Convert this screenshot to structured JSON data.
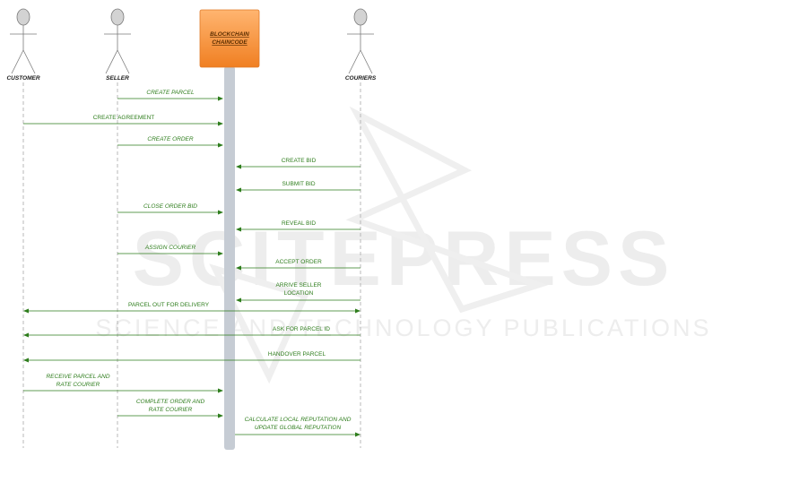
{
  "watermark": {
    "title": "SCITEPRESS",
    "subtitle": "SCIENCE AND TECHNOLOGY PUBLICATIONS"
  },
  "colors": {
    "arrow": "#2e7d1c",
    "lifeline": "#a9a9a9",
    "chain_bar": "#c6ccd4",
    "chain_box": "#f5923e",
    "actor_fill": "#d3d3d3",
    "actor_stroke": "#7a7a7a"
  },
  "actors": {
    "customer": "CUSTOMER",
    "seller": "SELLER",
    "couriers": "COURIERS"
  },
  "chaincode": {
    "line1": "BLOCKCHAIN",
    "line2": "CHAINCODE"
  },
  "messages": [
    {
      "id": "m1",
      "lines": [
        "CREATE PARCEL"
      ],
      "from": "seller",
      "to": "chain"
    },
    {
      "id": "m2",
      "lines": [
        "CREATE AGREEMENT"
      ],
      "from": "customer",
      "to": "chain"
    },
    {
      "id": "m3",
      "lines": [
        "CREATE ORDER"
      ],
      "from": "seller",
      "to": "chain"
    },
    {
      "id": "m4",
      "lines": [
        "CREATE BID"
      ],
      "from": "couriers",
      "to": "chain"
    },
    {
      "id": "m5",
      "lines": [
        "SUBMIT BID"
      ],
      "from": "couriers",
      "to": "chain"
    },
    {
      "id": "m6",
      "lines": [
        "CLOSE ORDER BID"
      ],
      "from": "seller",
      "to": "chain"
    },
    {
      "id": "m7",
      "lines": [
        "REVEAL BID"
      ],
      "from": "couriers",
      "to": "chain"
    },
    {
      "id": "m8",
      "lines": [
        "ASSIGN COURIER"
      ],
      "from": "seller",
      "to": "chain"
    },
    {
      "id": "m9",
      "lines": [
        "ACCEPT ORDER"
      ],
      "from": "couriers",
      "to": "chain"
    },
    {
      "id": "m10",
      "lines": [
        "ARRIVE SELLER",
        "LOCATION"
      ],
      "from": "couriers",
      "to": "chain"
    },
    {
      "id": "m11",
      "lines": [
        "PARCEL OUT FOR DELIVERY"
      ],
      "from": "customer",
      "to": "couriers",
      "both": true
    },
    {
      "id": "m12",
      "lines": [
        "ASK FOR PARCEL ID"
      ],
      "from": "couriers",
      "to": "customer"
    },
    {
      "id": "m13",
      "lines": [
        "HANDOVER PARCEL"
      ],
      "from": "couriers",
      "to": "customer"
    },
    {
      "id": "m14",
      "lines": [
        "RECEIVE PARCEL AND",
        "RATE COURIER"
      ],
      "from": "customer",
      "to": "chain"
    },
    {
      "id": "m15",
      "lines": [
        "COMPLETE ORDER AND",
        "RATE COURIER"
      ],
      "from": "seller",
      "to": "chain"
    },
    {
      "id": "m16",
      "lines": [
        "CALCULATE LOCAL REPUTATION AND",
        "UPDATE GLOBAL REPUTATION"
      ],
      "from": "chain",
      "to": "couriers"
    }
  ]
}
